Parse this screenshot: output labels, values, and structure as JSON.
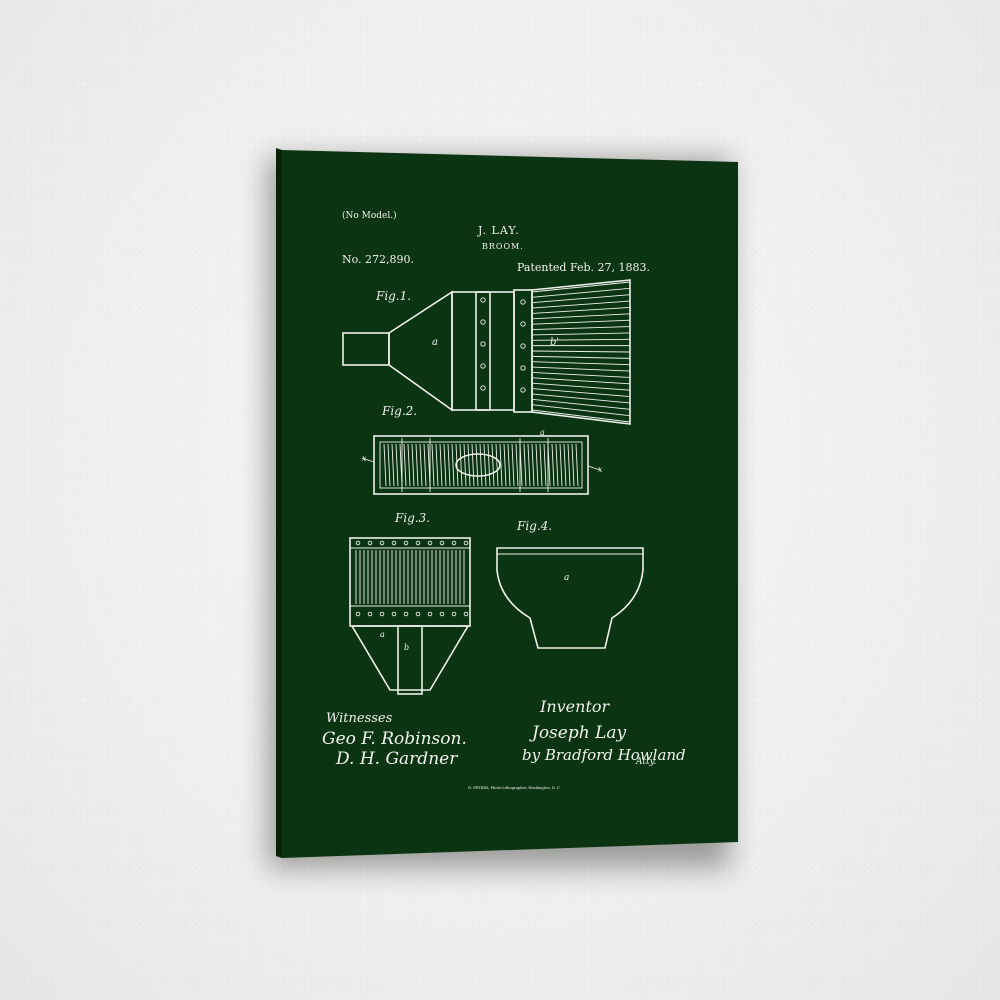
{
  "colors": {
    "wall": "#efefed",
    "canvas": "#0b3512",
    "canvas_edge": "#07280c",
    "ink": "#f2f2ee"
  },
  "patent": {
    "model_note": "(No Model.)",
    "inventor_short": "J. LAY.",
    "subject": "BROOM.",
    "number": "No. 272,890.",
    "date": "Patented Feb. 27, 1883.",
    "figures": {
      "fig1": "Fig.1.",
      "fig2": "Fig.2.",
      "fig3": "Fig.3.",
      "fig4": "Fig.4."
    },
    "labels": {
      "a": "a",
      "b": "b",
      "b_prime": "b'",
      "x": "x"
    },
    "witnesses_heading": "Witnesses",
    "witness_1": "Geo F. Robinson.",
    "witness_2": "D. H. Gardner",
    "inventor_heading": "Inventor",
    "inventor_name": "Joseph Lay",
    "attorney": "by Bradford Howland",
    "attorney_suffix": "Atty.",
    "printer_line": "N. PETERS, Photo-Lithographer, Washington, D. C."
  }
}
